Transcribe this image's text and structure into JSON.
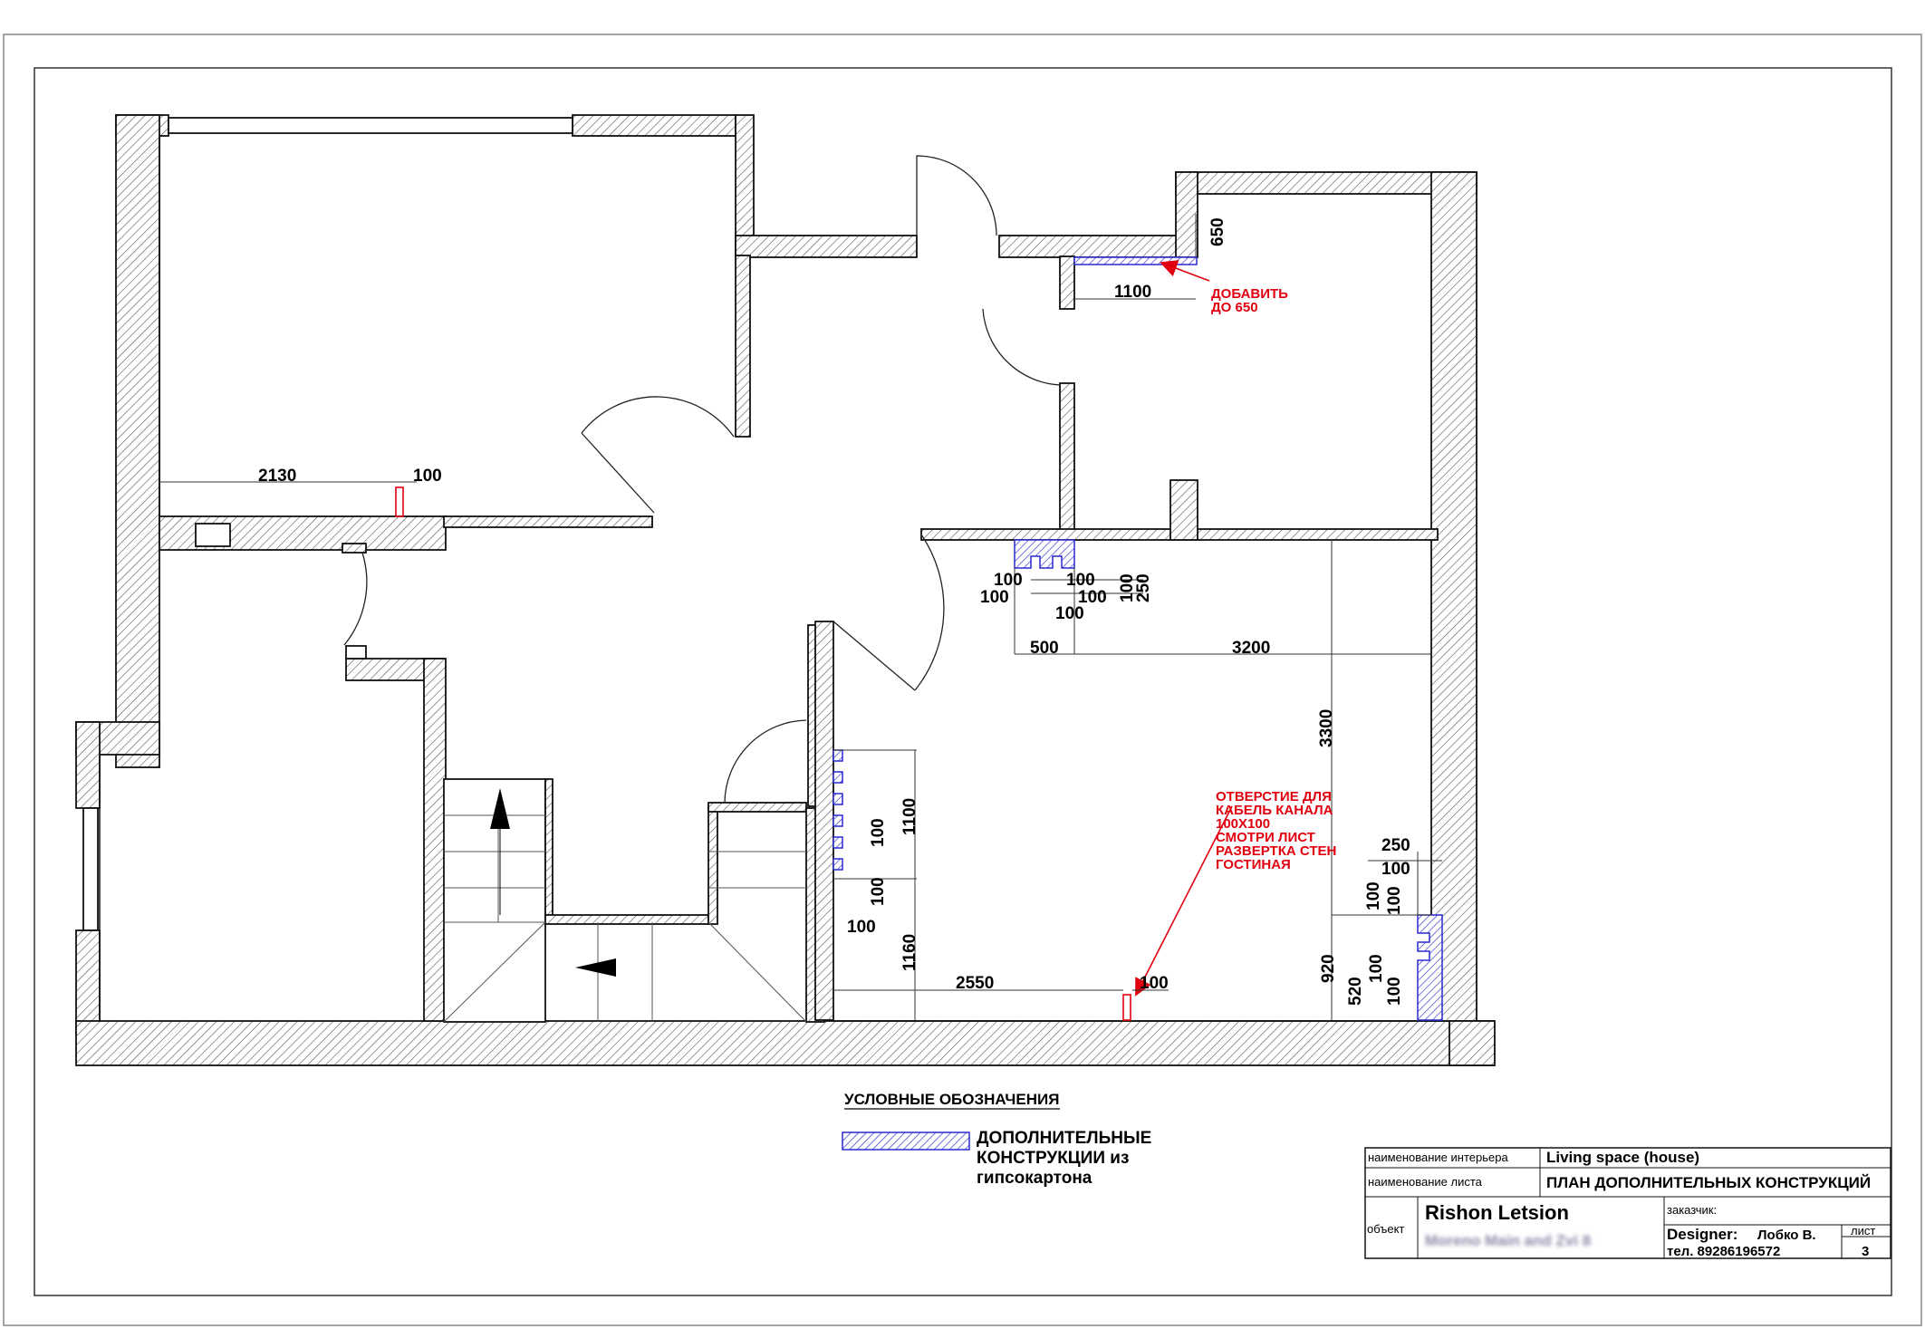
{
  "dimensions": {
    "d2130": "2130",
    "d100_top": "100",
    "d1100_top": "1100",
    "d650": "650",
    "dc_100a": "100",
    "dc_100b": "100",
    "dc_100c": "100",
    "dc_100d": "100",
    "dc_100e": "100",
    "dc_100f": "100",
    "dc_250": "250",
    "d500": "500",
    "d3200": "3200",
    "d3300": "3300",
    "d1100_left": "1100",
    "dl_100a": "100",
    "dl_100b": "100",
    "dl_100c": "100",
    "d1160": "1160",
    "d2550": "2550",
    "d100_bottom": "100",
    "dr_250": "250",
    "dr_100a": "100",
    "dr_100b": "100",
    "dr_100c": "100",
    "dr_100d": "100",
    "dr_100e": "100",
    "d920": "920",
    "d520": "520"
  },
  "notes": {
    "add_line1": "ДОБАВИТЬ",
    "add_line2": "ДО 650",
    "hole_line1": "ОТВЕРСТИЕ ДЛЯ",
    "hole_line2": "КАБЕЛЬ КАНАЛА",
    "hole_line3": "100Х100",
    "hole_line4": "СМОТРИ ЛИСТ",
    "hole_line5": "РАЗВЕРТКА СТЕН",
    "hole_line6": "ГОСТИНАЯ"
  },
  "legend": {
    "title": "УСЛОВНЫЕ ОБОЗНАЧЕНИЯ",
    "line1": "ДОПОЛНИТЕЛЬНЫЕ",
    "line2": "КОНСТРУКЦИИ из",
    "line3": "гипсокартона"
  },
  "title_block": {
    "interior_label": "наименование интерьера",
    "interior_value": "Living space (house)",
    "sheet_name_label": "наименование листа",
    "sheet_name_value": "ПЛАН ДОПОЛНИТЕЛЬНЫХ КОНСТРУКЦИЙ",
    "object_label": "объект",
    "object_value": "Rishon Letsion",
    "object_address": "Moreno Main and Zvi 8",
    "customer_label": "заказчик:",
    "designer_label": "Designer:",
    "designer_name": "Лобко В.",
    "phone": "тел. 89286196572",
    "sheet_label": "лист",
    "sheet_number": "3"
  },
  "colors": {
    "wall_hatch": "#555555",
    "drywall_hatch": "#2a2ad0",
    "note_red": "#e0000f"
  }
}
